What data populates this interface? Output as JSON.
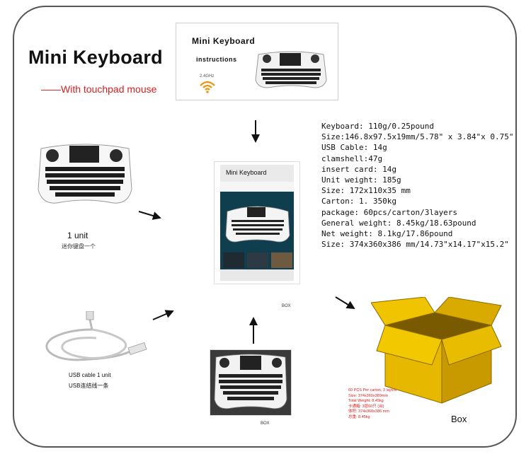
{
  "title": "Mini Keyboard",
  "subtitle": "——With touchpad mouse",
  "instructions": {
    "title": "Mini Keyboard",
    "sub": "instructions",
    "wifi_label": "2.4GHz"
  },
  "product_box": {
    "title": "Mini Keyboard",
    "label": "BOX"
  },
  "specs": [
    "Keyboard: 110g/0.25pound",
    "Size:146.8x97.5x19mm/5.78\" x 3.84\"x 0.75\"",
    "USB Cable: 14g",
    "clamshell:47g",
    "insert card: 14g",
    "Unit weight:  185g",
    "Size:  172x110x35 mm",
    "Carton:  1. 350kg",
    "package: 60pcs/carton/3layers",
    "General weight:  8.45kg/18.63pound",
    "Net weight:  8.1kg/17.86pound",
    "Size:  374x360x386 mm/14.73\"x14.17\"x15.2\""
  ],
  "unit_label": "1 unit",
  "unit_label_cn": "迷你键盘一个",
  "usb_label": "USB cable  1 unit",
  "usb_label_cn": "USB连结线一条",
  "kb_box_label": "BOX",
  "carton_info": [
    "60 PCS Per carton, 3 layers",
    "Size: 374x360x389mm",
    "Total Weight: 8.45kg",
    "卡通箱: 3层60只 (台)",
    "体积: 374x360x386 mm",
    "总重: 8.45kg"
  ],
  "box_label": "Box",
  "colors": {
    "red": "#d81e1e",
    "box_yellow": "#e6b800",
    "box_dark": "#b58c00"
  }
}
